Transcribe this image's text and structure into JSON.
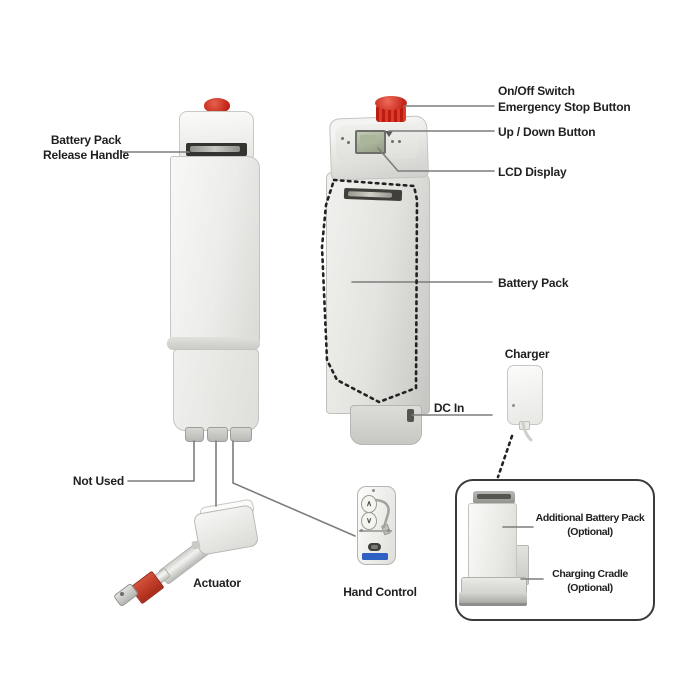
{
  "diagram_title": "Patient lift control unit parts diagram",
  "colors": {
    "accent_red": "#cf2a1c",
    "leader_line_gray": "#7d7d7d",
    "label_text": "#1f1f1f",
    "logo_blue": "#2e5fc2",
    "lcd_green": "#a3ae95",
    "dashed_outline": "#222222"
  },
  "labels": {
    "battery_release_line1": "Battery Pack",
    "battery_release_line2": "Release Handle",
    "on_off_switch": "On/Off Switch",
    "emergency_stop": "Emergency Stop Button",
    "up_down_button": "Up / Down Button",
    "lcd_display": "LCD Display",
    "battery_pack": "Battery Pack",
    "charger": "Charger",
    "dc_in": "DC In",
    "not_used": "Not Used",
    "actuator": "Actuator",
    "hand_control": "Hand Control",
    "additional_battery_line1": "Additional Battery Pack",
    "additional_battery_line2": "(Optional)",
    "charging_cradle_line1": "Charging Cradle",
    "charging_cradle_line2": "(Optional)"
  },
  "icons": {
    "up_arrow": "∧",
    "down_arrow": "∨"
  }
}
